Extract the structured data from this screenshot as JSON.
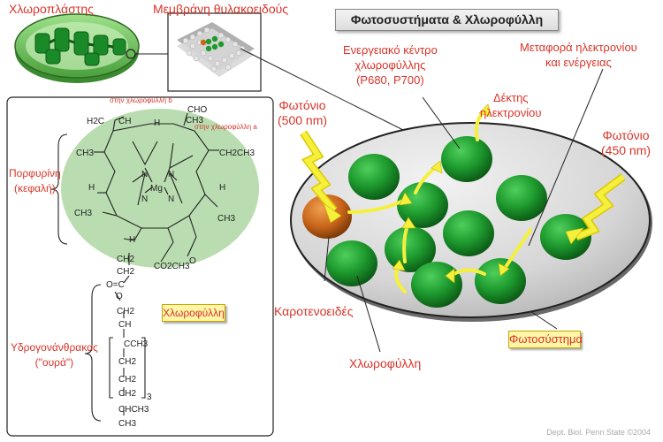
{
  "labels": {
    "chloroplast": "Χλωροπλάστης",
    "thylakoid_membrane": "Μεμβράνη θυλακοειδούς",
    "title": "Φωτοσυστήματα & Χλωροφύλλη",
    "energy_center": "Ενεργειακό κέντρο χλωροφύλλης (P680, P700)",
    "electron_transfer": "Μεταφορά ηλεκτρονίου και ενέργειας",
    "electron_acceptor": "Δέκτης ηλεκτρονίου",
    "photon_500": "Φωτόνιο (500 nm)",
    "photon_450": "Φωτόνιο (450 nm)",
    "carotenoids": "Καροτενοειδές",
    "chlorophyll_label": "Χλωροφύλλη",
    "photosystem": "Φωτοσύστημα",
    "porphyrin": "Πορφυρίνη (κεφαλή)",
    "hydrocarbon": "Υδρογονάνθρακας (\"ουρά\")",
    "chlorophyll_box": "Χλωροφύλλη",
    "to_chl_b": "στην χλωροφύλλη b",
    "to_chl_a": "στην χλωροφύλλη a",
    "credit": "Dept. Biol. Penn State ©2004"
  },
  "energy_center_lines": [
    "Ενεργειακό κέντρο",
    "χλωροφύλλης",
    "(P680, P700)"
  ],
  "electron_transfer_lines": [
    "Μεταφορά ηλεκτρονίου",
    "και ενέργειας"
  ],
  "electron_acceptor_lines": [
    "Δέκτης",
    "ηλεκτρονίου"
  ],
  "photon_500_lines": [
    "Φωτόνιο",
    "(500 nm)"
  ],
  "photon_450_lines": [
    "Φωτόνιο",
    "(450 nm)"
  ],
  "porphyrin_lines": [
    "Πορφυρίνη",
    "(κεφαλή)"
  ],
  "hydrocarbon_lines": [
    "Υδρογονάνθρακας",
    "(\"ουρά\")"
  ],
  "chem": {
    "cho": "CHO",
    "ch3_top": "CH3",
    "h2c": "H2C",
    "ch_vinyl": "CH",
    "mg": "Mg",
    "n": "N",
    "h": "H",
    "ch3": "CH3",
    "ch2ch3": "CH2CH3",
    "co2ch3": "CO2CH3",
    "o": "O",
    "ch2": "CH2",
    "oco": "O=C",
    "ch": "CH",
    "cch3": "CCH3",
    "sub3": "3",
    "chch3": "CHCH3"
  },
  "colors": {
    "label_red": "#d8342a",
    "chlorophyll_green": "#1e8c2e",
    "carotenoid_orange": "#c8641a",
    "photosystem_fill": "#dcdcdc",
    "porphyrin_halo": "#b9ddb0",
    "photon_yellow": "#f4f03c"
  },
  "icons": [
    "chloroplast-icon",
    "thylakoid-membrane-icon",
    "photon-zigzag-arrow-icon"
  ]
}
